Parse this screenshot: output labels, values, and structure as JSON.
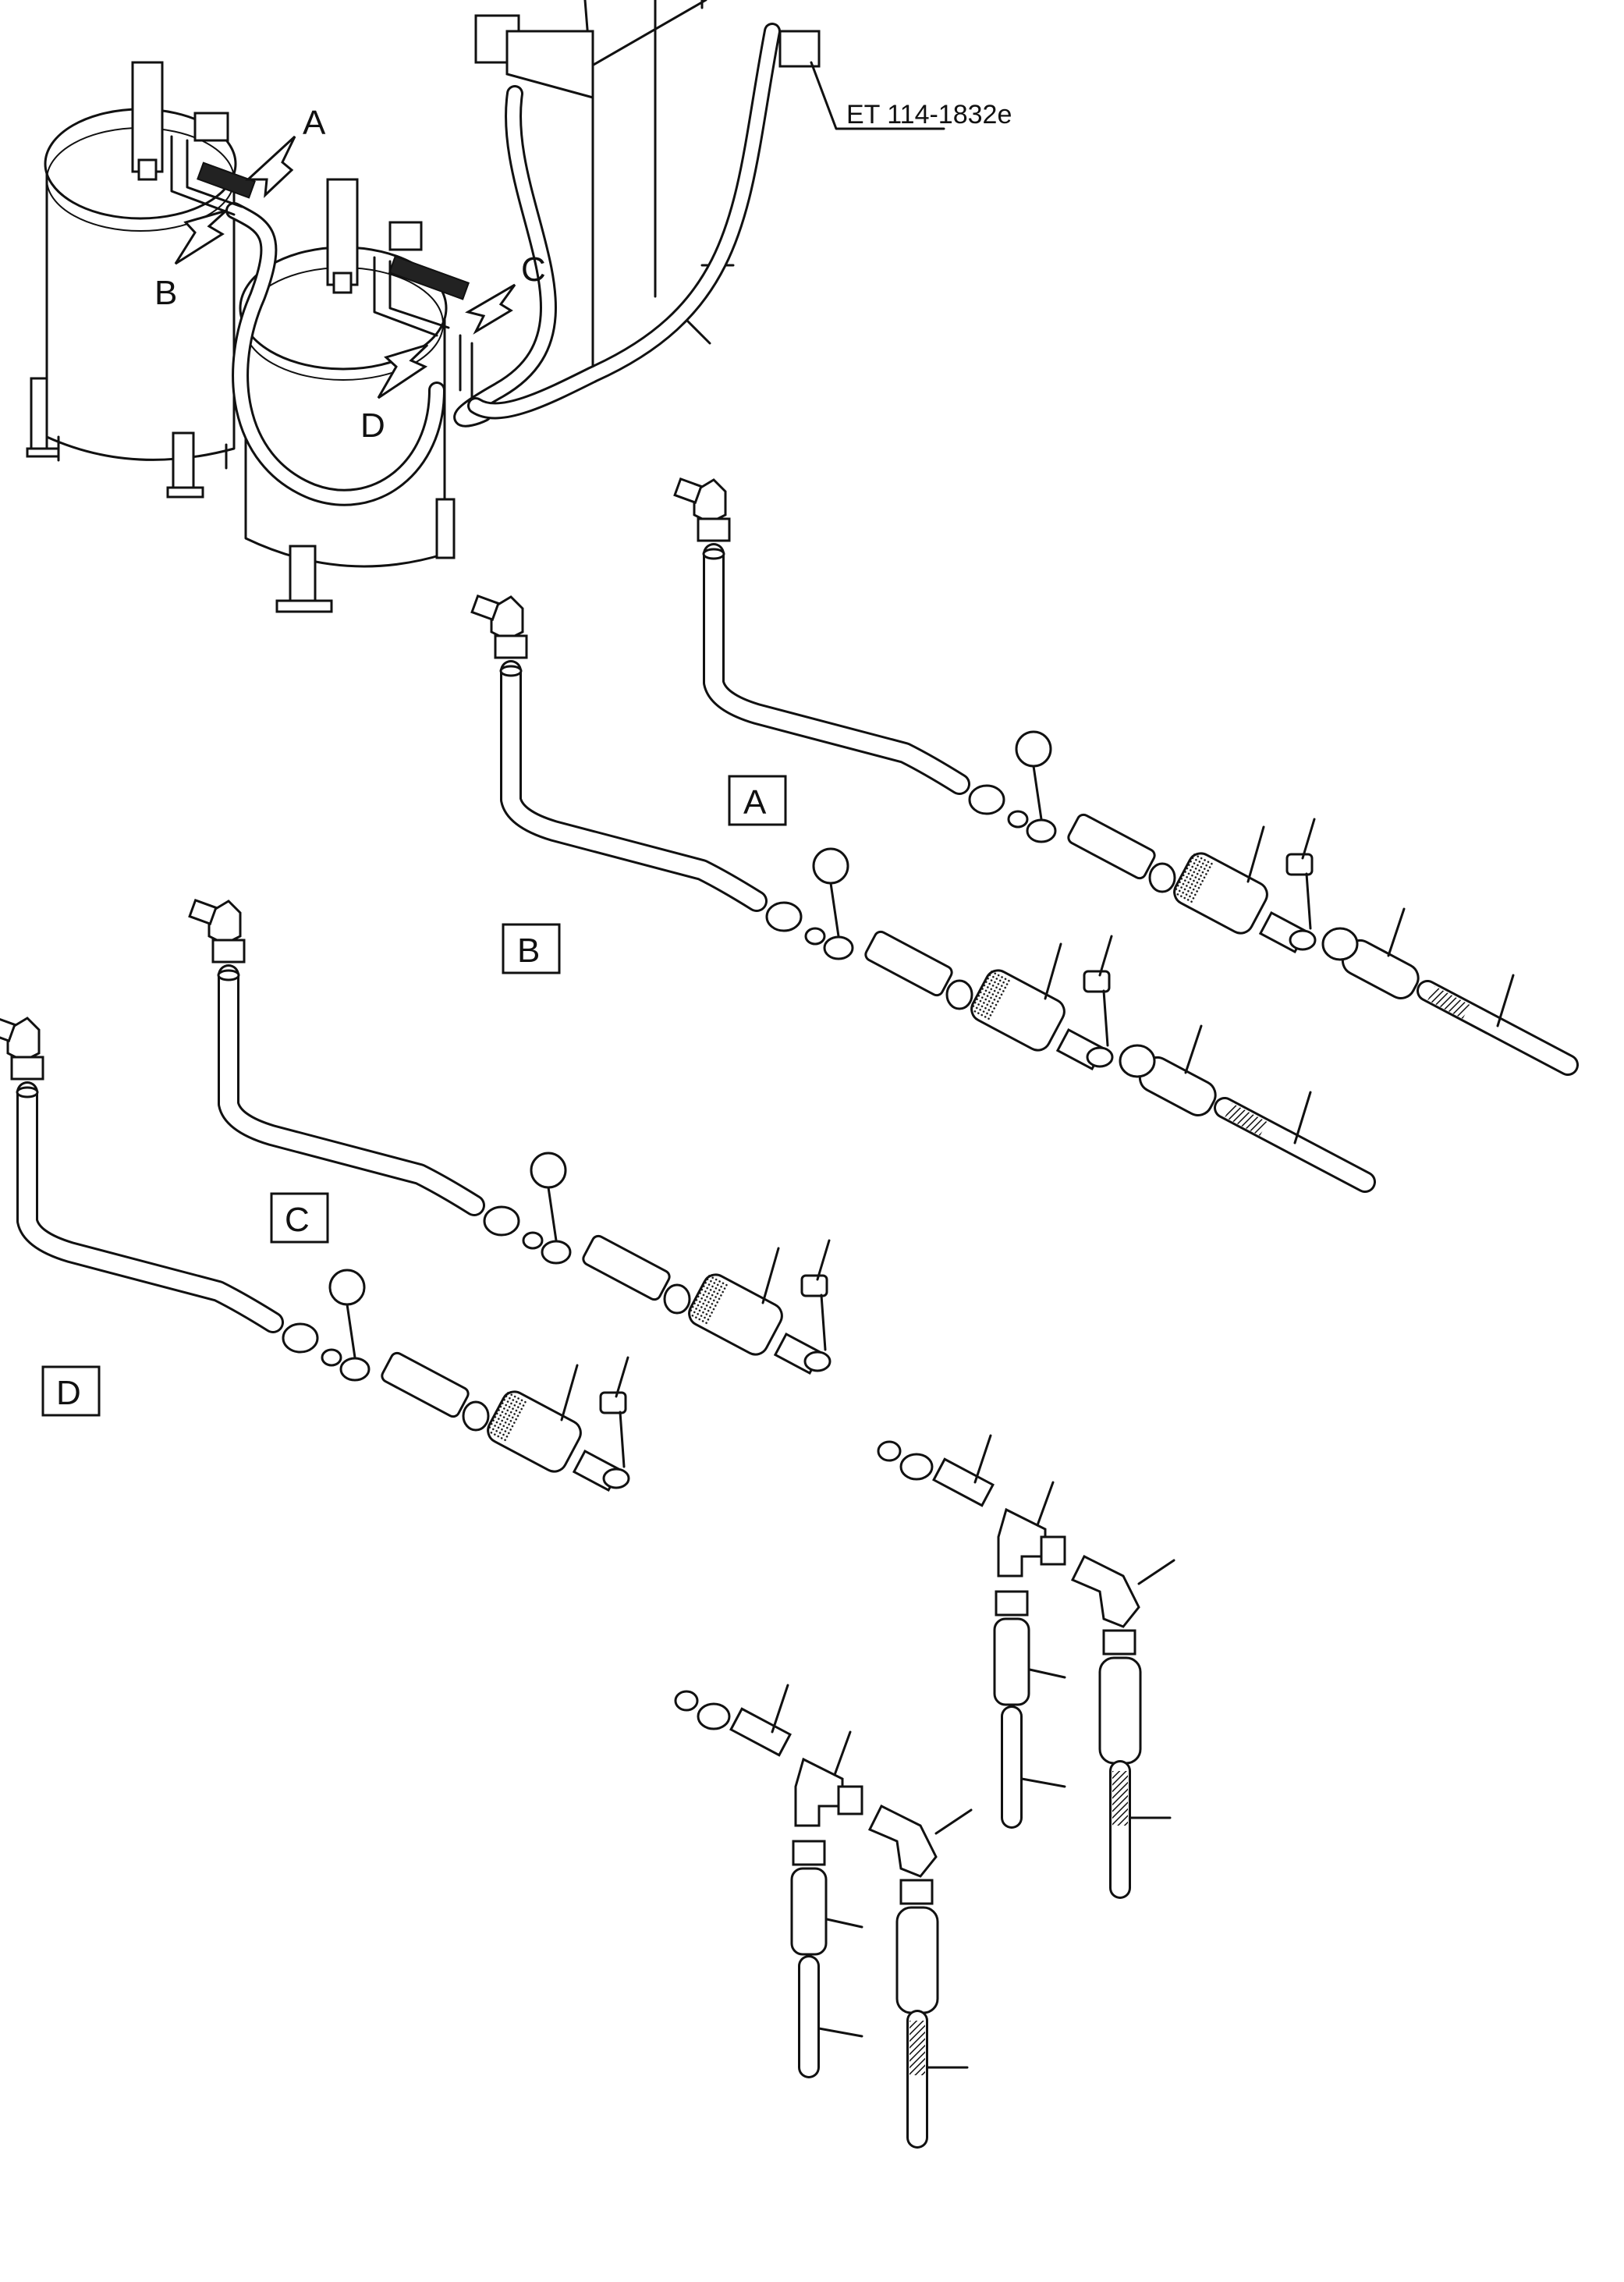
{
  "reference_code": "ET 114-1832e",
  "overview_labels": [
    "A",
    "B",
    "C",
    "D"
  ],
  "detail_labels": {
    "a": "A",
    "b": "B",
    "c": "C",
    "d": "D"
  }
}
